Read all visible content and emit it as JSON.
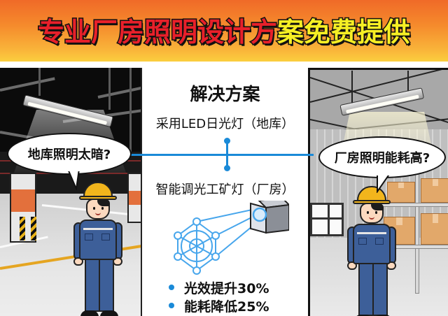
{
  "header": {
    "title_red": "专业厂房照明设计方",
    "title_yellow": "案免费提供",
    "colors": {
      "title_red": "#e8202a",
      "title_yellow": "#f6ef24",
      "gradient_top": "#f06a28",
      "gradient_bottom": "#fbd23f"
    }
  },
  "left_panel": {
    "scene": "underground-parking-garage",
    "bubble": "地库照明太暗?"
  },
  "right_panel": {
    "scene": "factory-warehouse",
    "bubble": "厂房照明能耗高?"
  },
  "middle": {
    "title": "解决方案",
    "solution_1": "采用LED日光灯（地库）",
    "solution_2": "智能调光工矿灯（厂房）",
    "bullets": [
      {
        "text": "光效提升30%"
      },
      {
        "text": "能耗降低25%"
      }
    ],
    "accent_color": "#1a8ad8"
  }
}
